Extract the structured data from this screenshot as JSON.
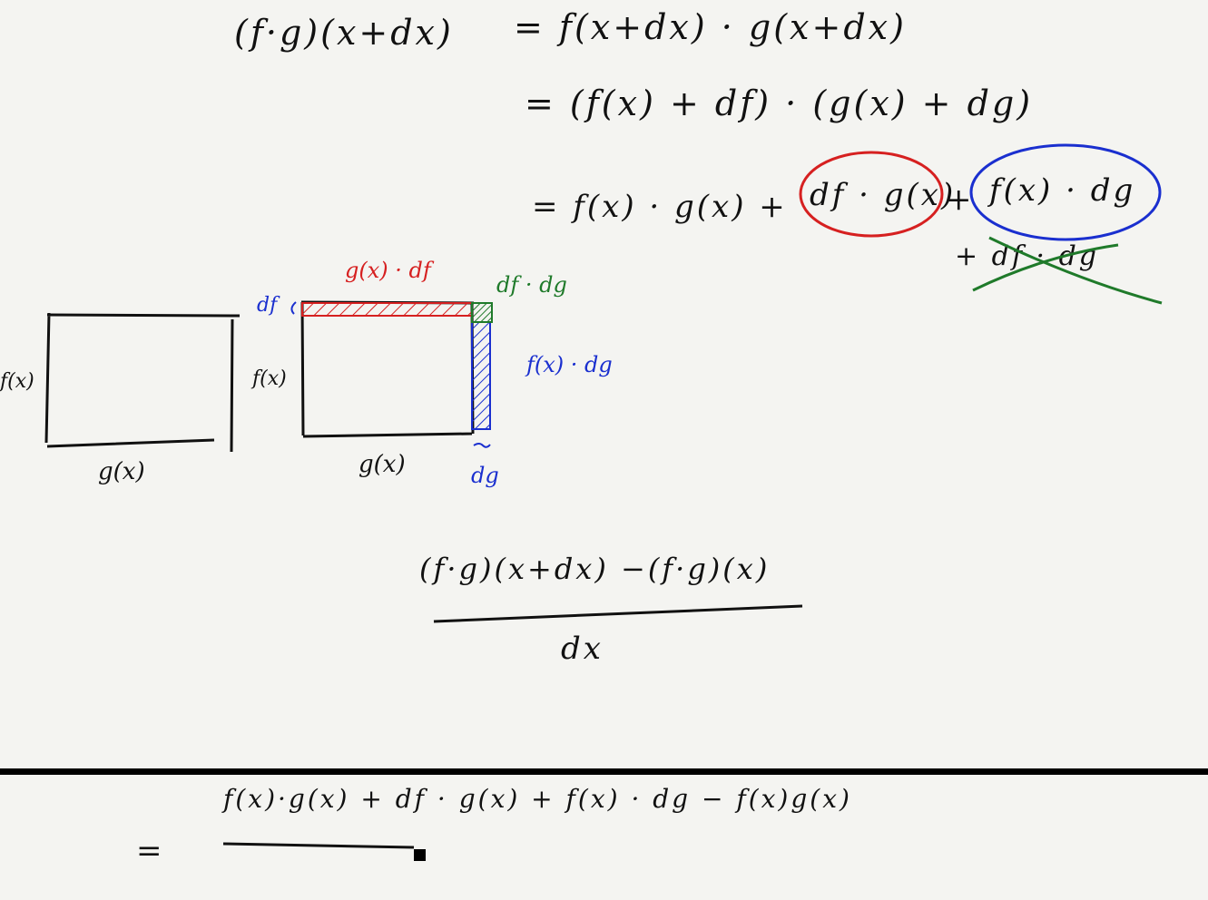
{
  "equations": {
    "line1_lhs": "(f·g)(x+dx)",
    "line1_rhs": "= f(x+dx) · g(x+dx)",
    "line2": "= (f(x) + df) · (g(x) + dg)",
    "line3_a": "= f(x) · g(x) +",
    "line3_red_term": "df · g(x)",
    "line3_plus": "+",
    "line3_blue_term": "f(x) · dg",
    "line4_crossed": "+ df · dg"
  },
  "diagram_left": {
    "side_label": "f(x)",
    "bottom_label": "g(x)"
  },
  "diagram_right": {
    "top_left_label": "df",
    "top_strip_label": "g(x) · df",
    "corner_label": "df · dg",
    "right_strip_label": "f(x) · dg",
    "side_label": "f(x)",
    "bottom_label": "g(x)",
    "bottom_right_label": "dg"
  },
  "quotient": {
    "numerator": "(f·g)(x+dx) −(f·g)(x)",
    "denominator": "dx"
  },
  "bottom_line": {
    "equals": "=",
    "numerator": "f(x)·g(x) + df · g(x) + f(x) · dg − f(x)g(x)"
  },
  "colors": {
    "ink": "#111111",
    "red": "#d62020",
    "blue": "#1a2fcf",
    "green": "#1f7a2a",
    "background": "#f4f4f1"
  }
}
